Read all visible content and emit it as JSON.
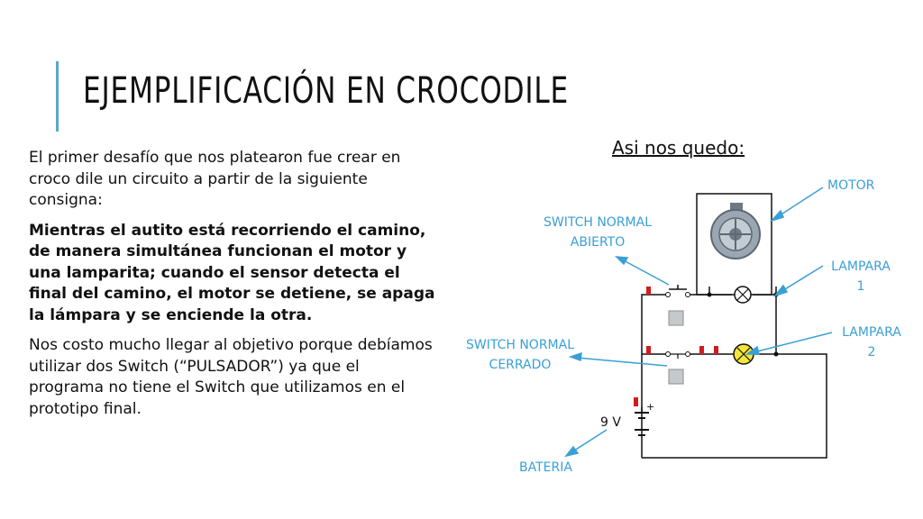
{
  "slide": {
    "title": "EJEMPLIFICACIÓN EN CROCODILE",
    "intro": "El primer desafío que nos platearon fue crear en croco dile un circuito a partir de la siguiente consigna:",
    "requirement": "Mientras el autito está recorriendo el camino, de manera simultánea funcionan el motor y una lamparita; cuando el sensor detecta el final del camino, el motor se detiene, se apaga la lámpara y se enciende la otra.",
    "conclusion": "Nos costo mucho llegar al objetivo porque debíamos utilizar dos Switch (“PULSADOR”) ya que el programa no tiene el Switch que utilizamos en el prototipo final.",
    "subtitle": "Asi nos quedo:"
  },
  "circuit": {
    "labels": {
      "motor": "MOTOR",
      "switch_open_line1": "SWITCH NORMAL",
      "switch_open_line2": "ABIERTO",
      "lamp1_line1": "LAMPARA",
      "lamp1_line2": "1",
      "lamp2_line1": "LAMPARA",
      "lamp2_line2": "2",
      "switch_closed_line1": "SWITCH NORMAL",
      "switch_closed_line2": "CERRADO",
      "battery": "BATERIA"
    },
    "battery_value": "9 V",
    "battery_polarity": "+",
    "colors": {
      "label": "#3a9fd6",
      "accent_bar": "#5aa7c7",
      "marker_red": "#d01c1c",
      "lamp_on": "#f5e63a",
      "wire": "#111111"
    }
  }
}
